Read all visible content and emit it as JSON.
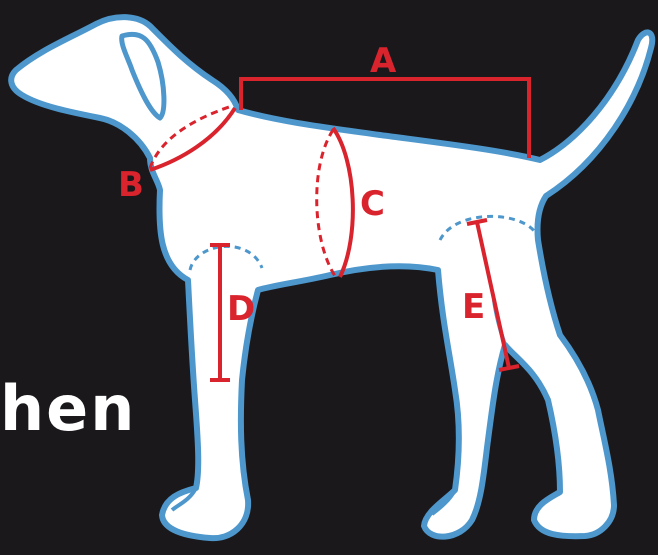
{
  "colors": {
    "background": "#1a181b",
    "dog_fill": "#ffffff",
    "dog_outline": "#4d97cc",
    "measure_red": "#d9232d"
  },
  "labels": {
    "a": "A",
    "b": "B",
    "c": "C",
    "d": "D",
    "e": "E"
  },
  "partial_text": "hen",
  "icons": [
    "dog-silhouette"
  ]
}
